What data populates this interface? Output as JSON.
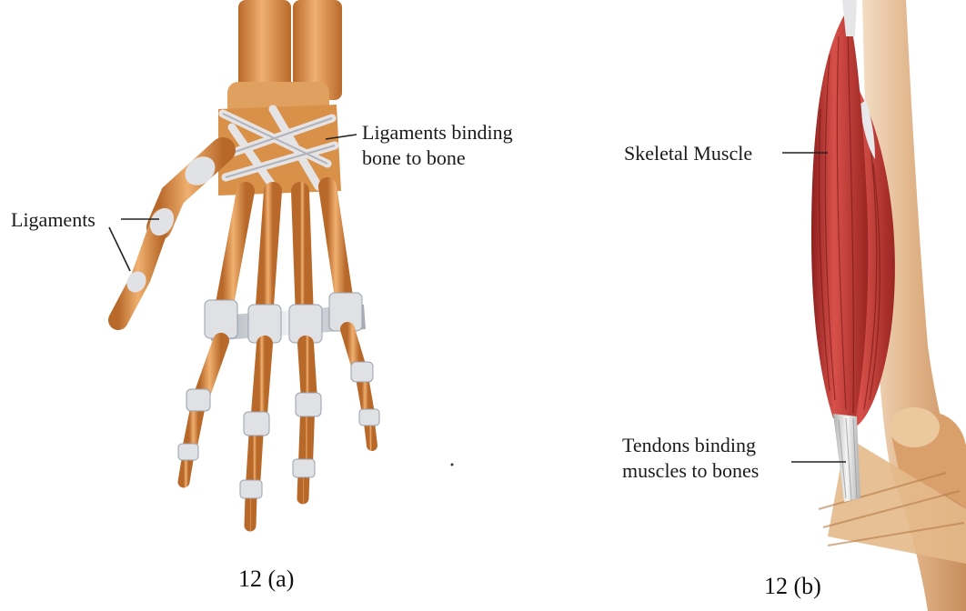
{
  "figure_a": {
    "labels": {
      "ligaments": "Ligaments",
      "ligaments_binding_line1": "Ligaments binding",
      "ligaments_binding_line2": "bone to bone"
    },
    "caption": "12 (a)"
  },
  "figure_b": {
    "labels": {
      "skeletal_muscle": "Skeletal Muscle",
      "tendons_line1": "Tendons binding",
      "tendons_line2": "muscles to bones"
    },
    "caption": "12 (b)"
  },
  "colors": {
    "bone": "#d9914a",
    "bone_shade": "#b86a2a",
    "ligament": "#d4d6dc",
    "ligament_shade": "#9aa0aa",
    "muscle": "#c83a36",
    "muscle_shade": "#8e1f1d",
    "tendon": "#dcdcdc"
  }
}
